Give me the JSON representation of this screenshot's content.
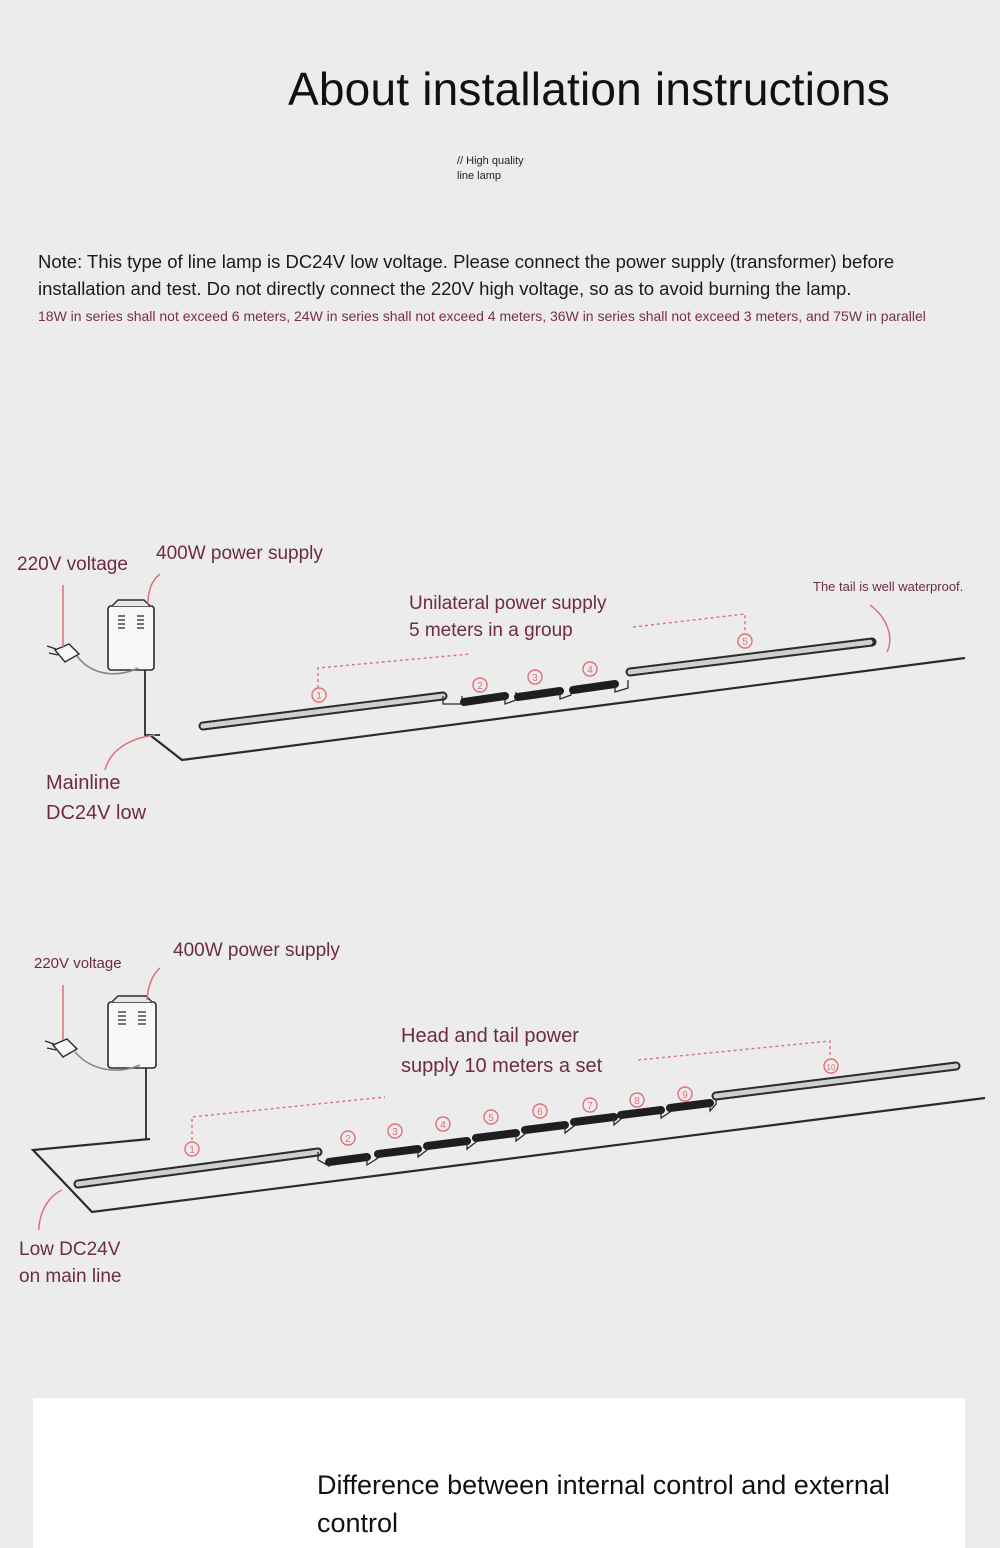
{
  "header": {
    "title": "About installation instructions",
    "subtag_line1": "// High quality",
    "subtag_line2": "line lamp"
  },
  "note": {
    "main": "Note: This type of line lamp is DC24V low voltage. Please connect the power supply (transformer) before installation and test. Do not directly connect the 220V high voltage, so as to avoid burning the lamp.",
    "limits": "18W in series shall not exceed 6 meters, 24W in series shall not exceed 4 meters, 36W in series shall not exceed 3 meters, and 75W in parallel"
  },
  "diagram1": {
    "voltage_label": "220V voltage",
    "power_label": "400W power supply",
    "group_line1": "Unilateral power supply",
    "group_line2": "5 meters in a group",
    "tail_label": "The tail is well waterproof.",
    "mainline_line1": "Mainline",
    "mainline_line2": "DC24V low",
    "numbers": [
      "1",
      "2",
      "3",
      "4",
      "5"
    ]
  },
  "diagram2": {
    "voltage_label": "220V voltage",
    "power_label": "400W power supply",
    "group_line1": "Head and tail power",
    "group_line2": "supply 10 meters a set",
    "mainline_line1": "Low DC24V",
    "mainline_line2": "on main line",
    "numbers": [
      "1",
      "2",
      "3",
      "4",
      "5",
      "6",
      "7",
      "8",
      "9",
      "10"
    ]
  },
  "section2": {
    "title": "Difference between internal control and external control"
  },
  "colors": {
    "background": "#ececec",
    "label_red": "#6e2d3b",
    "marker_red": "#e0707a",
    "line_dark": "#2b2b2b"
  }
}
